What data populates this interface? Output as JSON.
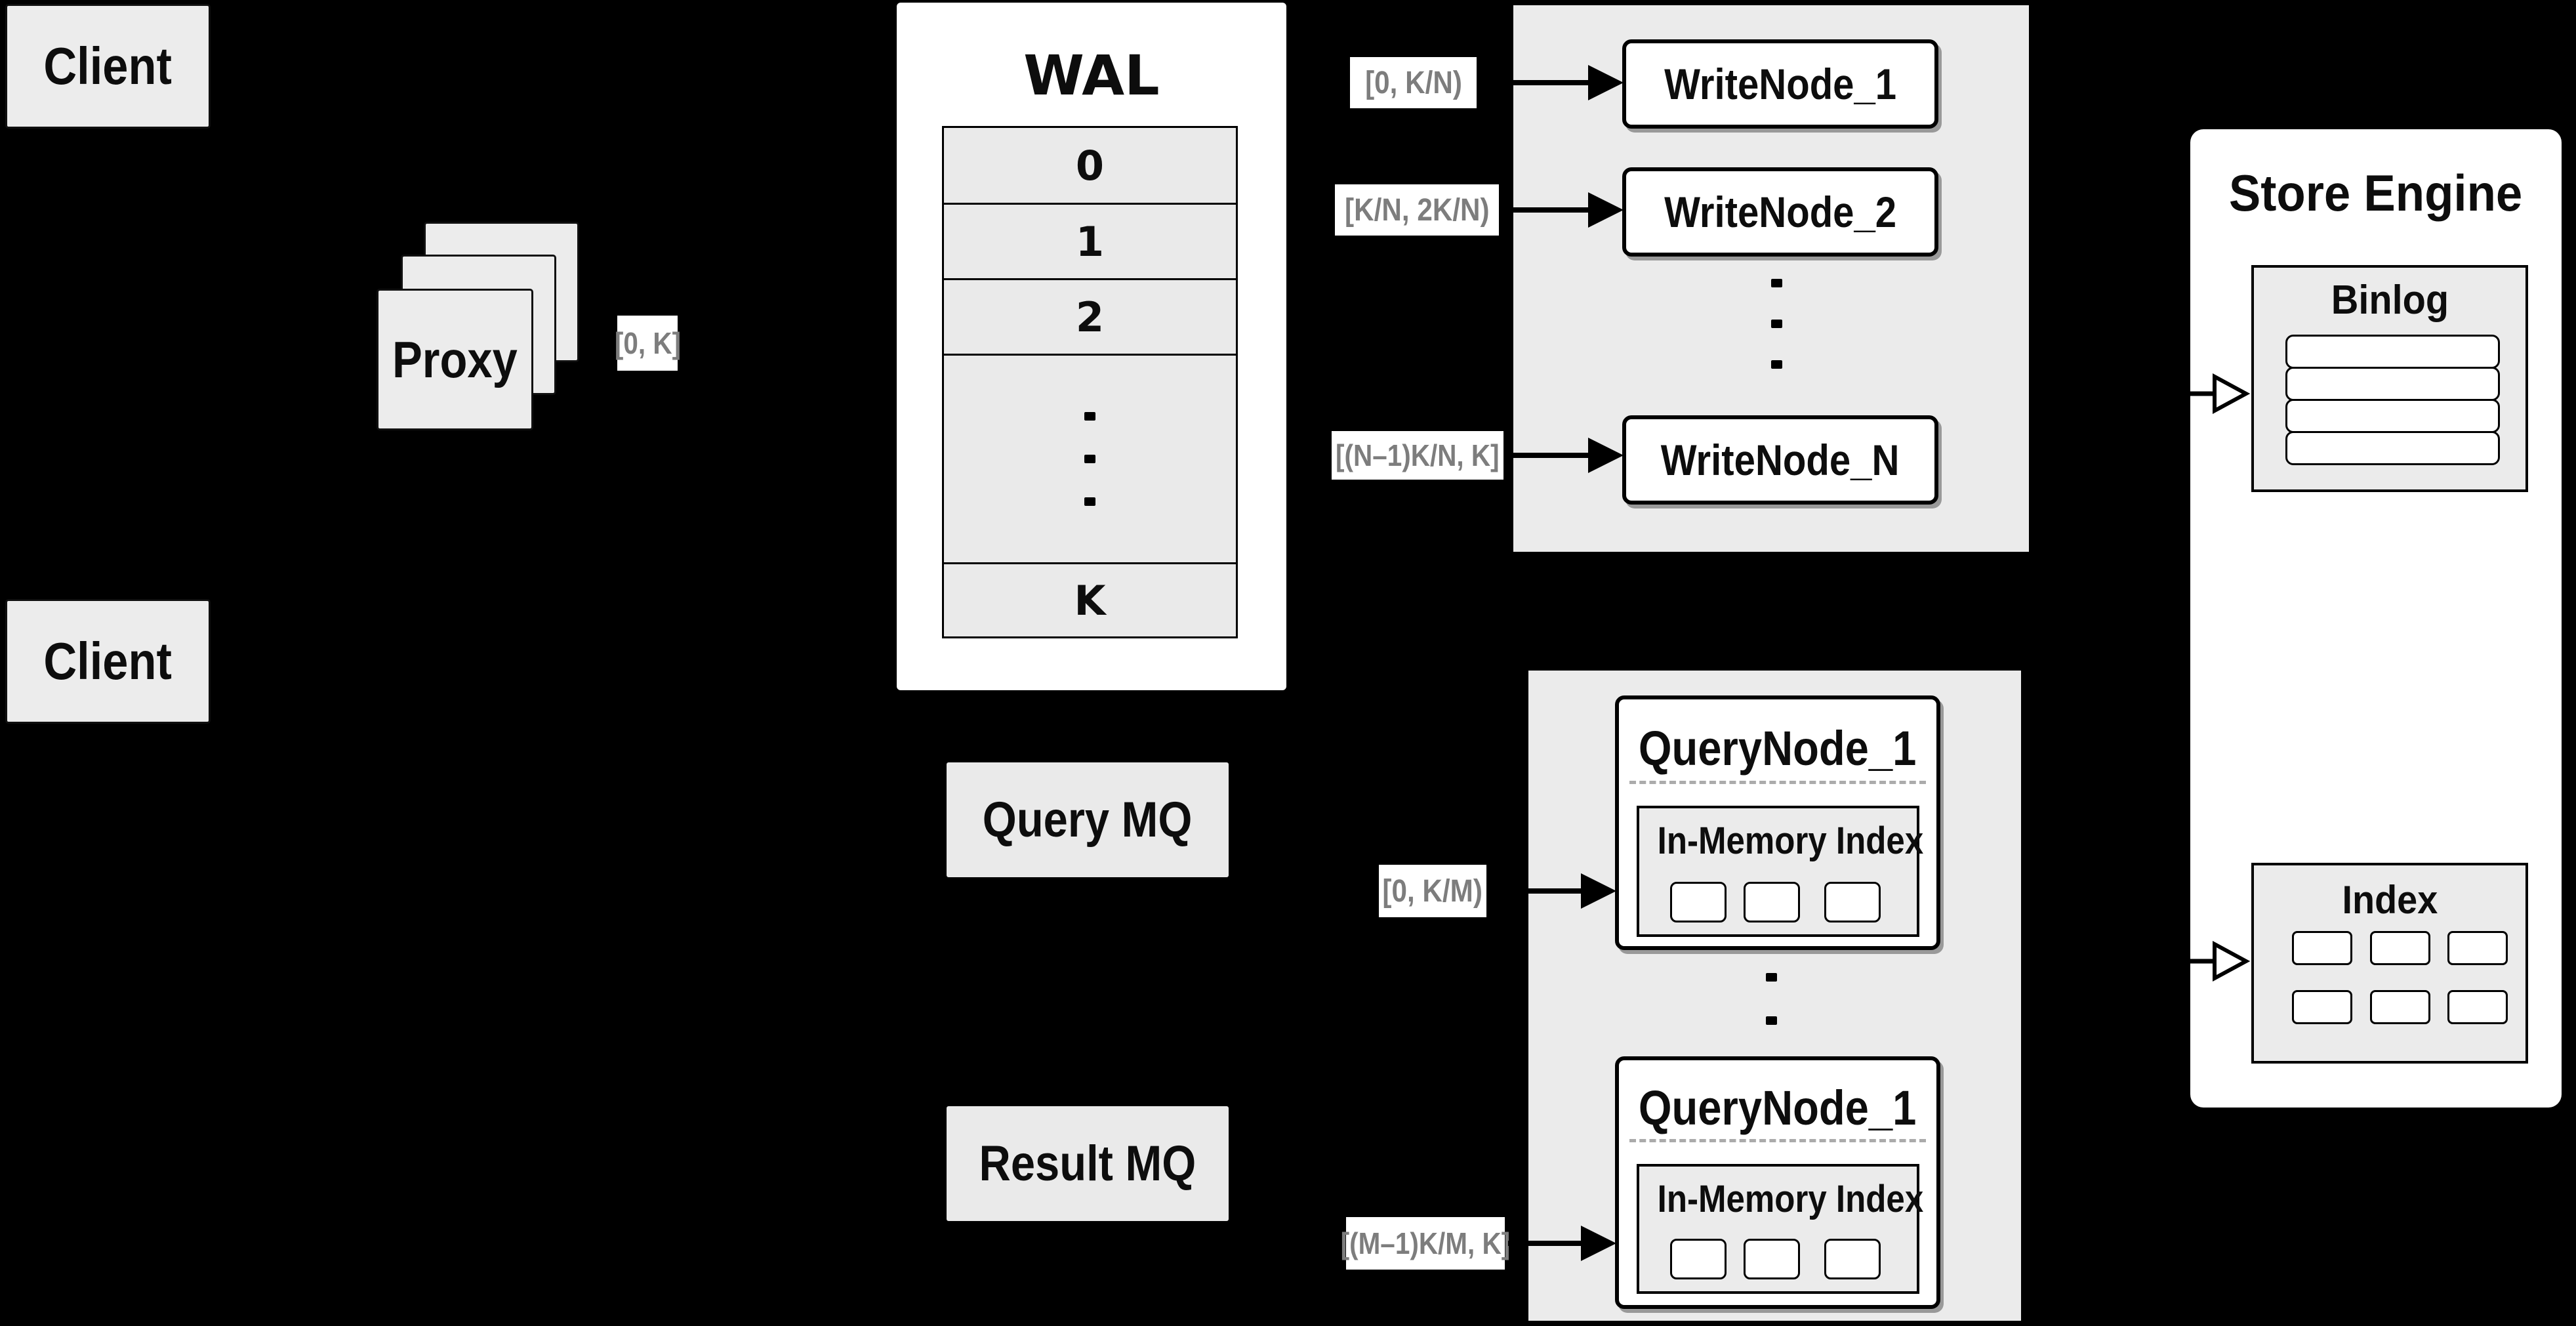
{
  "colors": {
    "background": "#000000",
    "panel_gray": "#ebebeb",
    "box_white": "#ffffff",
    "border_black": "#000000",
    "range_label_text": "#7d7d7d"
  },
  "clients": {
    "top_label": "Client",
    "bottom_label": "Client"
  },
  "proxy": {
    "label": "Proxy",
    "range_label": "[0, K]"
  },
  "wal": {
    "title": "WAL",
    "segments": [
      "0",
      "1",
      "2"
    ],
    "last_segment": "K"
  },
  "write_cluster": {
    "node1": {
      "label": "WriteNode_1",
      "range": "[0, K/N)"
    },
    "node2": {
      "label": "WriteNode_2",
      "range": "[K/N, 2K/N)"
    },
    "nodeN": {
      "label": "WriteNode_N",
      "range": "[(N–1)K/N, K]"
    }
  },
  "mq": {
    "query_label": "Query MQ",
    "result_label": "Result MQ"
  },
  "query_cluster": {
    "node1": {
      "label": "QueryNode_1",
      "inner_title": "In-Memory Index",
      "range": "[0, K/M)"
    },
    "node2": {
      "label": "QueryNode_1",
      "inner_title": "In-Memory Index",
      "range": "[(M–1)K/M, K]"
    }
  },
  "store_engine": {
    "title": "Store Engine",
    "binlog_title": "Binlog",
    "index_title": "Index"
  }
}
